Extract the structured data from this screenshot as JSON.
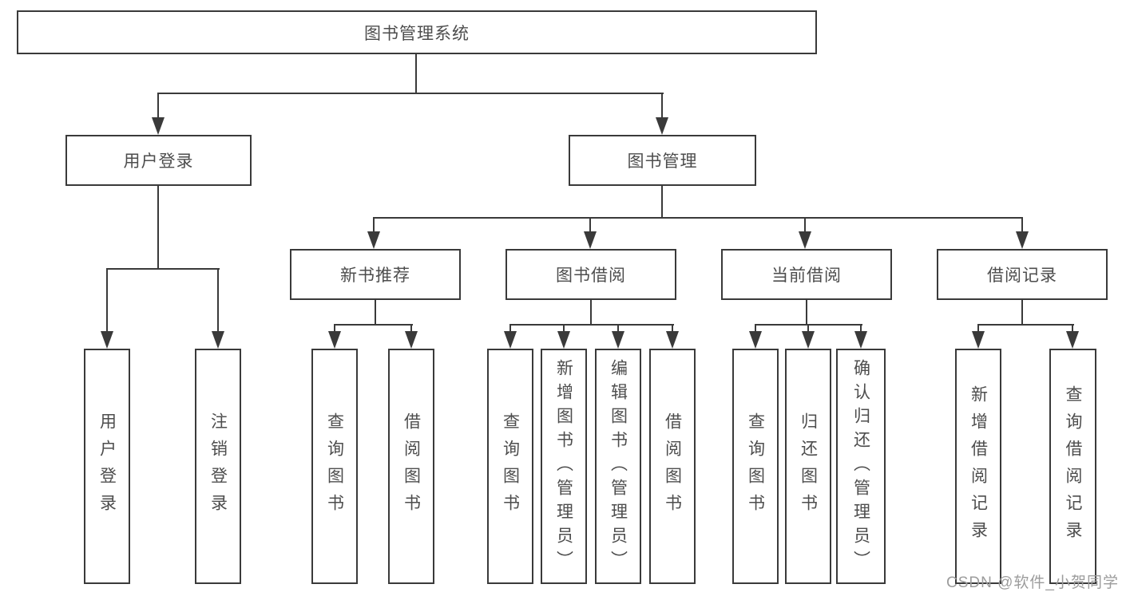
{
  "colors": {
    "line": "#3a3a3a",
    "text": "#4d4d4d",
    "watermark": "#9c9c9c",
    "background": "#ffffff"
  },
  "watermark": {
    "text": "CSDN @软件_小贺同学"
  },
  "diagram": {
    "root": {
      "label": "图书管理系统"
    },
    "branches": [
      {
        "label": "用户登录",
        "leaves": [
          "用户登录",
          "注销登录"
        ]
      },
      {
        "label": "图书管理",
        "sections": [
          {
            "label": "新书推荐",
            "leaves": [
              "查询图书",
              "借阅图书"
            ]
          },
          {
            "label": "图书借阅",
            "leaves": [
              "查询图书",
              "新增图书（管理员）",
              "编辑图书（管理员）",
              "借阅图书"
            ]
          },
          {
            "label": "当前借阅",
            "leaves": [
              "查询图书",
              "归还图书",
              "确认归还（管理员）"
            ]
          },
          {
            "label": "借阅记录",
            "leaves": [
              "新增借阅记录",
              "查询借阅记录"
            ]
          }
        ]
      }
    ]
  }
}
